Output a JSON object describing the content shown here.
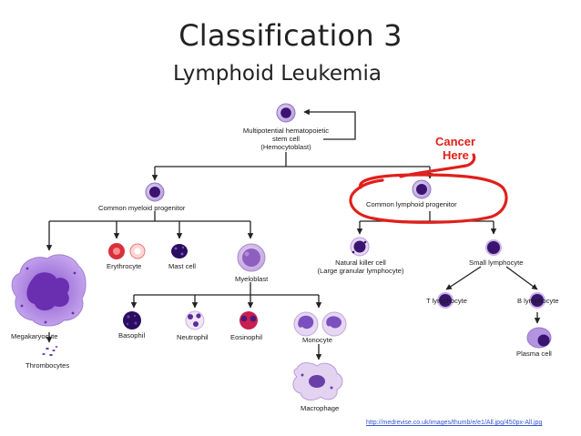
{
  "header": {
    "title": "Classification 3",
    "subtitle": "Lymphoid Leukemia"
  },
  "diagram": {
    "stem_cell": {
      "line1": "Multipotential hematopoietic",
      "line2": "stem cell",
      "line3": "(Hemocytoblast)"
    },
    "cancer_note": {
      "line1": "Cancer",
      "line2": "Here"
    },
    "myeloid_progenitor": "Common myeloid progenitor",
    "lymphoid_progenitor": "Common lymphoid progenitor",
    "megakaryocyte": "Megakaryocyte",
    "thrombocytes": "Thrombocytes",
    "erythrocyte": "Erythrocyte",
    "mast_cell": "Mast cell",
    "myeloblast": "Myeloblast",
    "basophil": "Basophil",
    "neutrophil": "Neutrophil",
    "eosinophil": "Eosinophil",
    "monocyte": "Monocyte",
    "macrophage": "Macrophage",
    "nk_cell": {
      "line1": "Natural killer cell",
      "line2": "(Large granular lymphocyte)"
    },
    "small_lymphocyte": "Small lymphocyte",
    "t_lymphocyte": "T lymphocyte",
    "b_lymphocyte": "B lymphocyte",
    "plasma_cell": "Plasma cell"
  },
  "source_link": "http://medrevise.co.uk/images/thumb/e/e1/All.jpg/450px-All.jpg",
  "colors": {
    "cell_dark": "#3a1470",
    "cell_mid": "#6a3fa8",
    "cell_light": "#c9b3e6",
    "erythrocyte": "#d8303c",
    "eosinophil": "#c81e50",
    "highlight_red": "#e0201c",
    "line": "#222222"
  }
}
